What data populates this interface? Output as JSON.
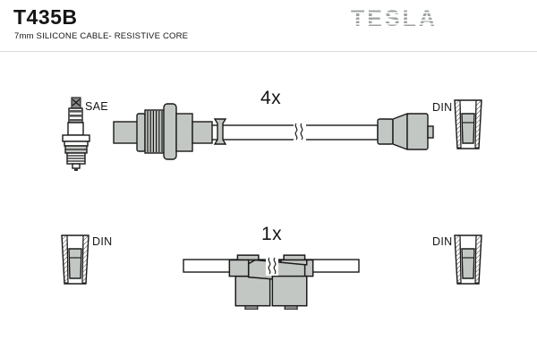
{
  "header": {
    "part_number": "T435B",
    "subtitle": "7mm SILICONE CABLE- RESISTIVE CORE",
    "brand": "TESLA"
  },
  "colors": {
    "brand_gray": "#9da3a0",
    "connector_gray": "#c3c7c3",
    "connector_gray_dark": "#8a8a8a",
    "outline_black": "#1a1a1a",
    "divider_gray": "#d9d9d9"
  },
  "diagram": {
    "rows": [
      {
        "quantity_label": "4x",
        "left_connector_label": "SAE",
        "left_connector_type": "spark-plug-with-straight-ribbed-boot",
        "right_connector_label": "DIN",
        "right_connector_type": "straight-boot-with-din-cap",
        "cable_break_symbol": "interrupted-length"
      },
      {
        "quantity_label": "1x",
        "left_connector_label": "DIN",
        "left_connector_type": "elbow-boot-with-din-cap",
        "right_connector_label": "DIN",
        "right_connector_type": "elbow-boot-with-din-cap",
        "cable_break_symbol": "interrupted-length"
      }
    ]
  }
}
